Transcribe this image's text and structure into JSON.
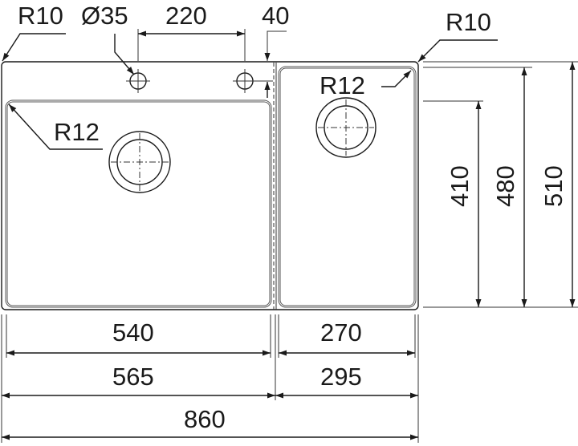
{
  "drawing": {
    "labels": {
      "corner_radius_left": "R10",
      "tap_hole_diameter": "Ø35",
      "tap_hole_spacing": "220",
      "tap_hole_offset": "40",
      "corner_radius_right": "R10",
      "bowl_radius_left": "R12",
      "bowl_radius_right": "R12",
      "bowl_height_right": "410",
      "bowl_height_left": "480",
      "overall_depth": "510",
      "left_bowl_width": "540",
      "right_bowl_width": "270",
      "left_section_width": "565",
      "right_section_width": "295",
      "overall_width": "860"
    }
  }
}
